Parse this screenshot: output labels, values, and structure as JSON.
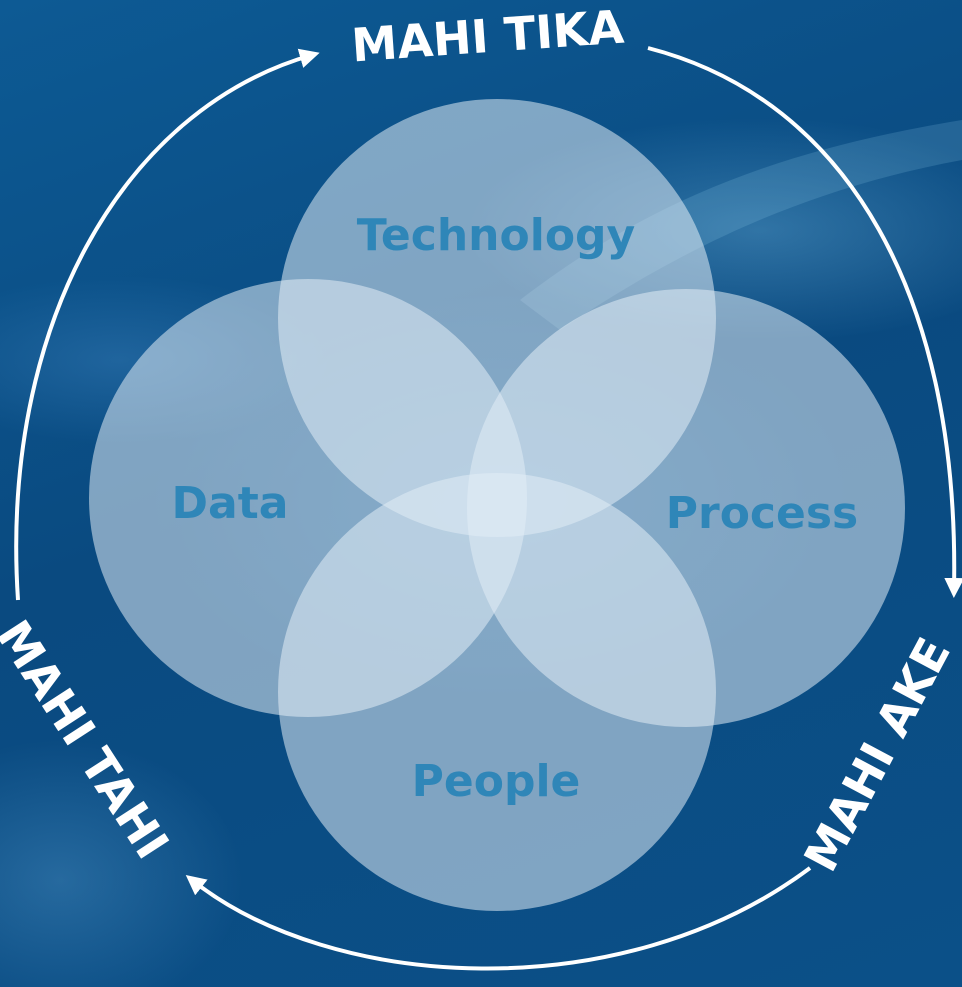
{
  "diagram": {
    "cycle_labels": {
      "top": "MAHI TIKA",
      "right": "MAHI AKE",
      "left": "MAHI TAHI"
    },
    "circles": {
      "top": "Technology",
      "left": "Data",
      "right": "Process",
      "bottom": "People"
    },
    "colors": {
      "background": "#0b4f86",
      "circle_fill": "#e6eef5",
      "circle_text": "#2f86b8",
      "cycle_text": "#ffffff"
    }
  }
}
